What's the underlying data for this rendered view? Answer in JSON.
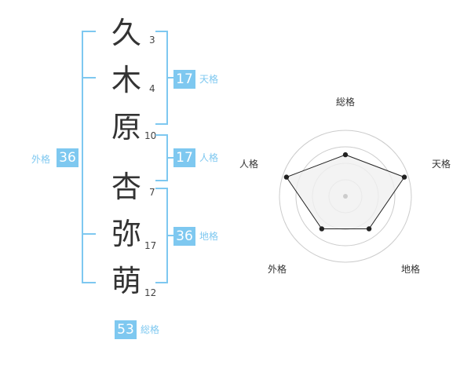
{
  "name": {
    "chars": [
      {
        "char": "久",
        "strokes": "3"
      },
      {
        "char": "木",
        "strokes": "4"
      },
      {
        "char": "原",
        "strokes": "10"
      },
      {
        "char": "杏",
        "strokes": "7"
      },
      {
        "char": "弥",
        "strokes": "17"
      },
      {
        "char": "萌",
        "strokes": "12"
      }
    ]
  },
  "kaku": {
    "tenkaku": {
      "value": "17",
      "label": "天格"
    },
    "jinkaku": {
      "value": "17",
      "label": "人格"
    },
    "chikaku": {
      "value": "36",
      "label": "地格"
    },
    "gaikaku": {
      "value": "36",
      "label": "外格"
    },
    "soukaku": {
      "value": "53",
      "label": "総格"
    }
  },
  "radar": {
    "axes": [
      "総格",
      "天格",
      "地格",
      "外格",
      "人格"
    ],
    "values": [
      0.63,
      0.94,
      0.61,
      0.61,
      0.94
    ],
    "rings": 4,
    "colors": {
      "ring": "#cccccc",
      "fill": "#f0f0f0",
      "line": "#222222",
      "center": "#cccccc"
    }
  },
  "colors": {
    "accent": "#7ec8f0",
    "text": "#333333"
  }
}
